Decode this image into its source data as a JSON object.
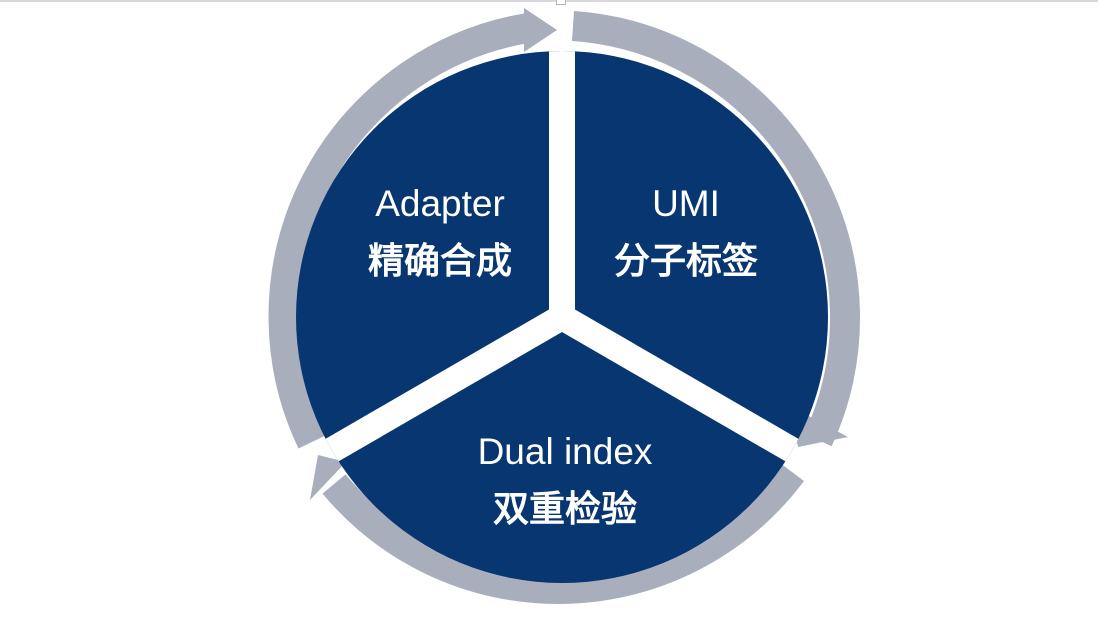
{
  "segments": [
    {
      "id": "adapter",
      "line1": "Adapter",
      "line2": "精确合成"
    },
    {
      "id": "umi",
      "line1": "UMI",
      "line2": "分子标签"
    },
    {
      "id": "dual-index",
      "line1": "Dual index",
      "line2": "双重检验"
    }
  ],
  "colors": {
    "segment_fill": "#083670",
    "arrow_ring": "#a9aebc",
    "label_text": "#ffffff",
    "background": "#ffffff"
  }
}
